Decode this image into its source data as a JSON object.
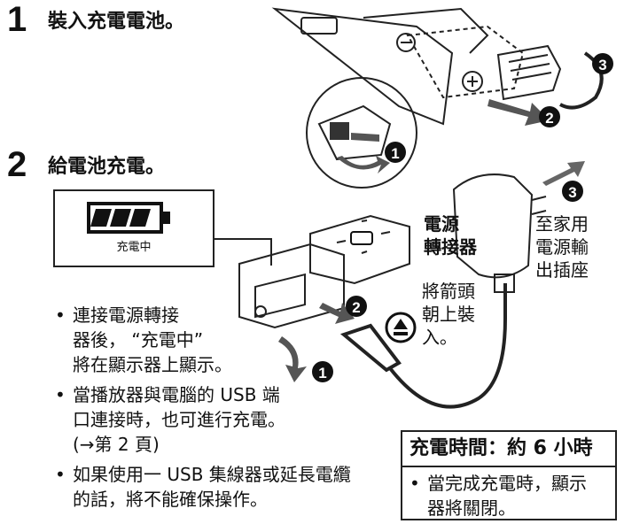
{
  "step1": {
    "number": "1",
    "title": "裝入充電電池。"
  },
  "step2": {
    "number": "2",
    "title": "給電池充電。"
  },
  "display": {
    "text": "充電中"
  },
  "callouts": {
    "one": "1",
    "two": "2",
    "three": "3"
  },
  "labels": {
    "adapter": "電源\n轉接器",
    "outlet": "至家用\n電源輸\n出插座",
    "arrow_up": "將箭頭\n朝上裝\n入。"
  },
  "bullets": [
    "連接電源轉接\n器後，  “充電中”\n將在顯示器上顯示。",
    "當播放器與電腦的 USB 端\n口連接時，也可進行充電。\n(→第 2 頁)",
    "如果使用一 USB 集線器或延長電纜\n的話，將不能確保操作。"
  ],
  "charge_box": {
    "title": "充電時間：約 6 小時",
    "bullet": "當完成充電時，顯示\n器將關閉。"
  },
  "colors": {
    "ink": "#111111",
    "arrow": "#555555"
  }
}
